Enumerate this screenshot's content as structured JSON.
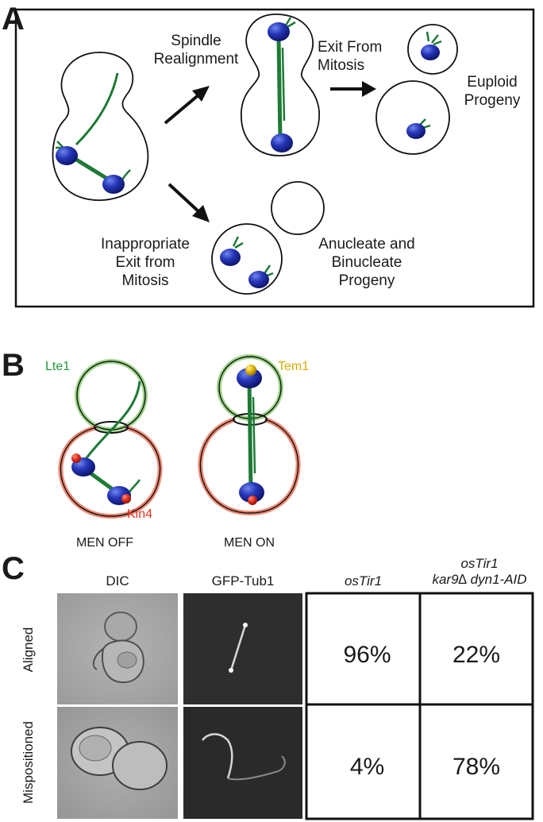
{
  "panels": {
    "a": {
      "letter": "A",
      "labels": {
        "spindle_realignment": [
          "Spindle",
          "Realignment"
        ],
        "exit_from_mitosis": [
          "Exit From",
          "Mitosis"
        ],
        "euploid_progeny": [
          "Euploid",
          "Progeny"
        ],
        "inappropriate_exit": [
          "Inappropriate",
          "Exit from",
          "Mitosis"
        ],
        "anucleate_binucleate": [
          "Anucleate and",
          "Binucleate",
          "Progeny"
        ]
      }
    },
    "b": {
      "letter": "B",
      "labels": {
        "lte1": "Lte1",
        "tem1": "Tem1",
        "kin4": "Kin4",
        "men_off": "MEN OFF",
        "men_on": "MEN ON"
      },
      "colors": {
        "lte1": "#1f9a3c",
        "tem1": "#e2b400",
        "kin4": "#e0301e",
        "bud_ring": "#9ed68a",
        "mother_ring": "#ee8a74"
      }
    },
    "c": {
      "letter": "C",
      "columns": {
        "dic": "DIC",
        "gfp": "GFP-Tub1",
        "ostir1": "osTir1",
        "mutant_line1": "osTir1",
        "mutant_line2": "kar9∆ dyn1-AID"
      },
      "rows": {
        "aligned": "Aligned",
        "mispositioned": "Mispositioned"
      },
      "table": {
        "aligned": {
          "ostir1": "96%",
          "mutant": "22%"
        },
        "mispositioned": {
          "ostir1": "4%",
          "mutant": "78%"
        }
      }
    }
  },
  "colors": {
    "spindle": "#1e7a36",
    "nucleus": "#1a2a9c",
    "nucleus_highlight": "#5a6fe0",
    "outline": "#111111"
  }
}
